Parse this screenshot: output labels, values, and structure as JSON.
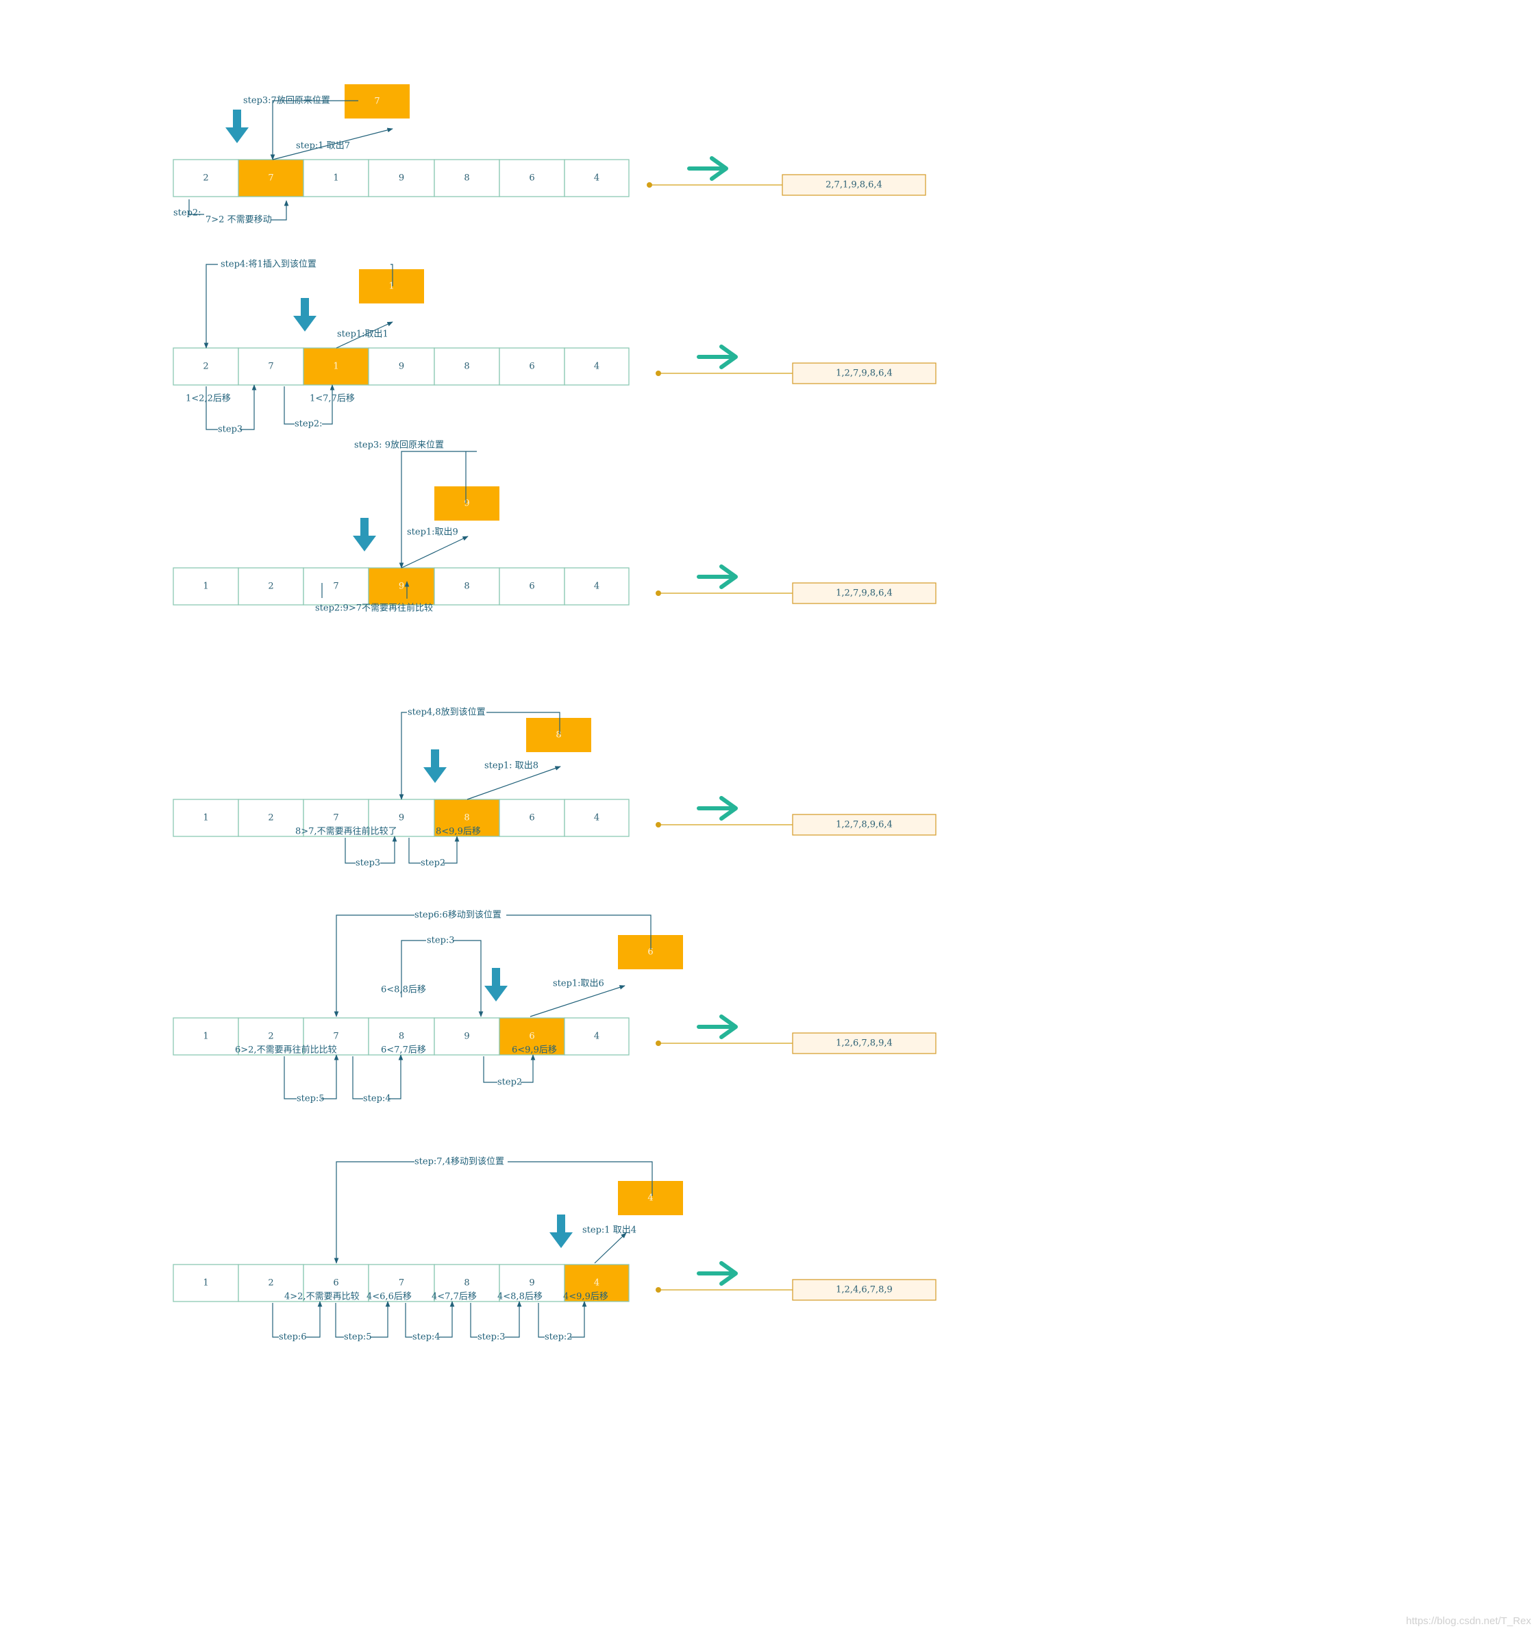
{
  "colors": {
    "cell_border": "#8cc8b3",
    "cell_text": "#2c6074",
    "highlight": "#fbad00",
    "highlight_text": "#fff3d6",
    "down_arrow": "#2a98b8",
    "right_arrow": "#25b497",
    "line": "#21617a",
    "result_fill": "#fff5e6",
    "result_border": "#d7a033",
    "connector": "#d4a017"
  },
  "icons": {
    "pointer": "down-arrow-icon",
    "result": "right-arrow-icon"
  },
  "steps": [
    {
      "cells": [
        "2",
        "7",
        "1",
        "9",
        "8",
        "6",
        "4"
      ],
      "active": 1,
      "key": "7",
      "result": "2,7,1,9,8,6,4",
      "notes": [
        "step3:7放回原来位置",
        "step:1 取出7",
        "step2:",
        "7>2 不需要移动"
      ]
    },
    {
      "cells": [
        "2",
        "7",
        "1",
        "9",
        "8",
        "6",
        "4"
      ],
      "active": 2,
      "key": "1",
      "result": "1,2,7,9,8,6,4",
      "notes": [
        "step4:将1插入到该位置",
        "step1:取出1",
        "1<2,2后移",
        "1<7,7后移",
        "step3",
        "step2:"
      ]
    },
    {
      "cells": [
        "1",
        "2",
        "7",
        "9",
        "8",
        "6",
        "4"
      ],
      "active": 3,
      "key": "9",
      "result": "1,2,7,9,8,6,4",
      "notes": [
        "step3: 9放回原来位置",
        "step1:取出9",
        "step2:9>7不需要再往前比较"
      ]
    },
    {
      "cells": [
        "1",
        "2",
        "7",
        "9",
        "8",
        "6",
        "4"
      ],
      "active": 4,
      "key": "8",
      "result": "1,2,7,8,9,6,4",
      "notes": [
        "step4,8放到该位置",
        "step1: 取出8",
        "8>7,不需要再往前比较了",
        "8<9,9后移",
        "step3",
        "step2"
      ]
    },
    {
      "cells": [
        "1",
        "2",
        "7",
        "8",
        "9",
        "6",
        "4"
      ],
      "active": 5,
      "key": "6",
      "result": "1,2,6,7,8,9,4",
      "notes": [
        "step6:6移动到该位置",
        "step:3",
        "6<8,8后移",
        "step1:取出6",
        "6>2,不需要再往前比比较",
        "6<7,7后移",
        "6<9,9后移",
        "step:5",
        "step:4",
        "step2"
      ]
    },
    {
      "cells": [
        "1",
        "2",
        "6",
        "7",
        "8",
        "9",
        "4"
      ],
      "active": 6,
      "key": "4",
      "result": "1,2,4,6,7,8,9",
      "notes": [
        "step:7,4移动到该位置",
        "step:1 取出4",
        "4>2,不需要再比较",
        "4<6,6后移",
        "4<7,7后移",
        "4<8,8后移",
        "4<9,9后移",
        "step:6",
        "step:5",
        "step:4",
        "step:3",
        "step:2"
      ]
    }
  ],
  "watermark": "https://blog.csdn.net/T_Rex"
}
